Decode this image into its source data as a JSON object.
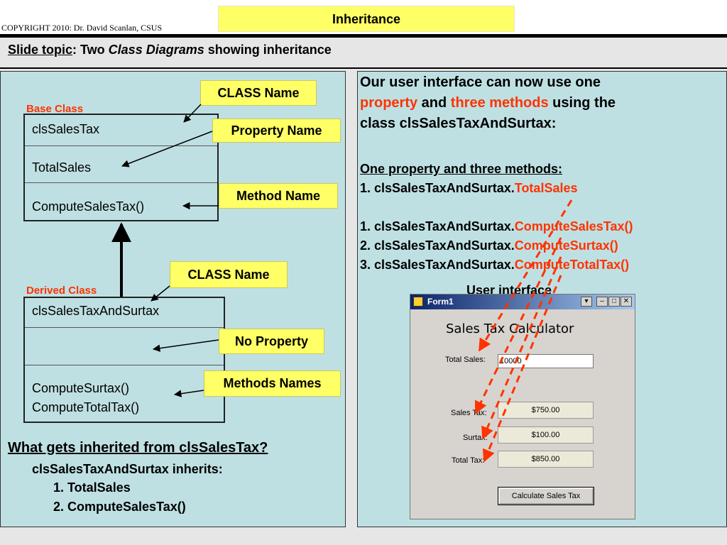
{
  "header": {
    "copyright": "COPYRIGHT 2010: Dr. David Scanlan, CSUS",
    "title": "Inheritance"
  },
  "subtitle": {
    "topic_label": "Slide topic",
    "prefix": ": Two ",
    "emphasis": "Class Diagrams",
    "suffix": " showing inheritance"
  },
  "left": {
    "base_label": "Base Class",
    "base_class": {
      "name": "clsSalesTax",
      "property": "TotalSales",
      "method": "ComputeSalesTax()"
    },
    "derived_label": "Derived Class",
    "derived_class": {
      "name": "clsSalesTaxAndSurtax",
      "methods": [
        "ComputeSurtax()",
        "ComputeTotalTax()"
      ]
    },
    "callouts": {
      "class_name_1": "CLASS Name",
      "property_name": "Property Name",
      "method_name": "Method Name",
      "class_name_2": "CLASS Name",
      "no_property": "No Property",
      "methods_names": "Methods Names"
    },
    "question": "What gets inherited from clsSalesTax?",
    "inherits_line": "clsSalesTaxAndSurtax inherits:",
    "inherited_items": [
      "1.  TotalSales",
      "2.  ComputeSalesTax()"
    ]
  },
  "right": {
    "intro": {
      "line1": "Our user interface can now use one",
      "property_word": "property",
      "and_word": " and ",
      "methods_words": "three methods",
      "using_the": " using the",
      "line3": "class clsSalesTaxAndSurtax:"
    },
    "heading": "One property and three methods:",
    "prefix": "clsSalesTaxAndSurtax.",
    "property_item": {
      "num": "1. ",
      "member": "TotalSales"
    },
    "method_items": [
      {
        "num": "1. ",
        "member": "ComputeSalesTax()"
      },
      {
        "num": "2. ",
        "member": "ComputeSurtax()"
      },
      {
        "num": "3. ",
        "member": "ComputeTotalTax()"
      }
    ],
    "ui_caption": "User interface"
  },
  "form": {
    "window_title": "Form1",
    "heading": "Sales Tax Calculator",
    "total_sales_label": "Total Sales:",
    "total_sales_value": "10000",
    "sales_tax_label": "Sales Tax:",
    "sales_tax_value": "$750.00",
    "surtax_label": "Surtax:",
    "surtax_value": "$100.00",
    "total_tax_label": "Total Tax:",
    "total_tax_value": "$850.00",
    "button_label": "Calculate Sales Tax"
  },
  "colors": {
    "accent_red": "#ff3300",
    "callout_yellow": "#ffff66",
    "panel_teal": "#bfe0e3"
  }
}
